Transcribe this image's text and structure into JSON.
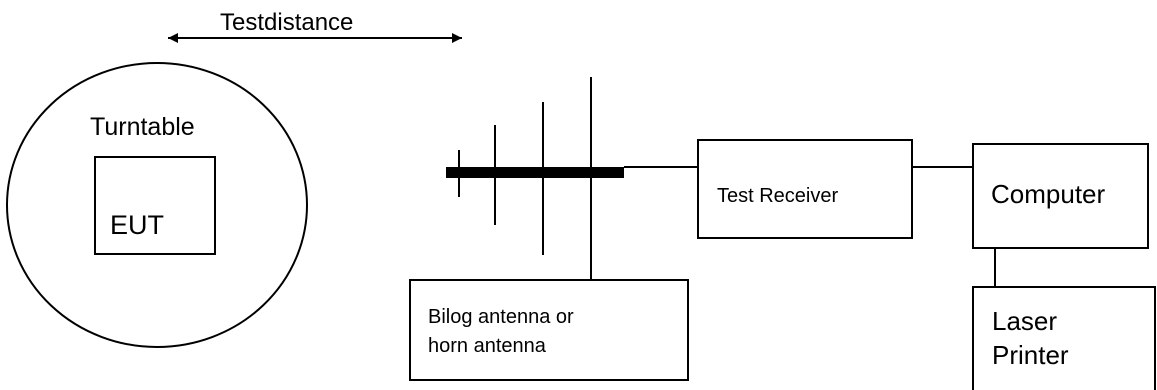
{
  "diagram": {
    "test_distance_label": "Testdistance",
    "turntable_label": "Turntable",
    "eut_label": "EUT",
    "test_receiver_label": "Test Receiver",
    "computer_label": "Computer",
    "antenna_label_line1": "Bilog antenna or",
    "antenna_label_line2": "horn antenna",
    "printer_label_line1": "Laser",
    "printer_label_line2": "Printer"
  },
  "colors": {
    "line": "#000000",
    "background": "#ffffff"
  }
}
